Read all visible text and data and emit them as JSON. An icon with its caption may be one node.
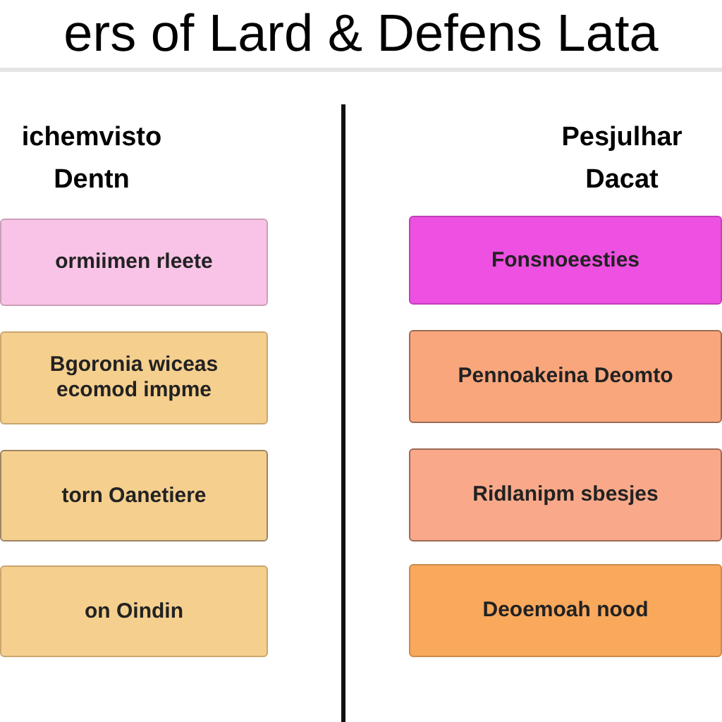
{
  "diagram": {
    "title": "ers of Lard & Defens Lata",
    "nodes": [
      {
        "text": [
          "ormiimen rleete"
        ]
      },
      {
        "text": [
          "Bgoronia wiceas ecomod impme"
        ]
      },
      {
        "text": [
          "torn Oanetiere"
        ]
      },
      {
        "text": [
          "on Oindin"
        ]
      },
      {
        "text": [
          "Fonsnoeesties"
        ]
      },
      {
        "text": [
          "Pennoakeina Deomto"
        ]
      },
      {
        "text": [
          "Ridlanipm sbesjes"
        ]
      },
      {
        "text": [
          "Deoemoah nood"
        ]
      }
    ],
    "edges": [],
    "labels": [
      "ichemvisto",
      "Dentn",
      "Pesjulhar",
      "Dacat"
    ]
  }
}
